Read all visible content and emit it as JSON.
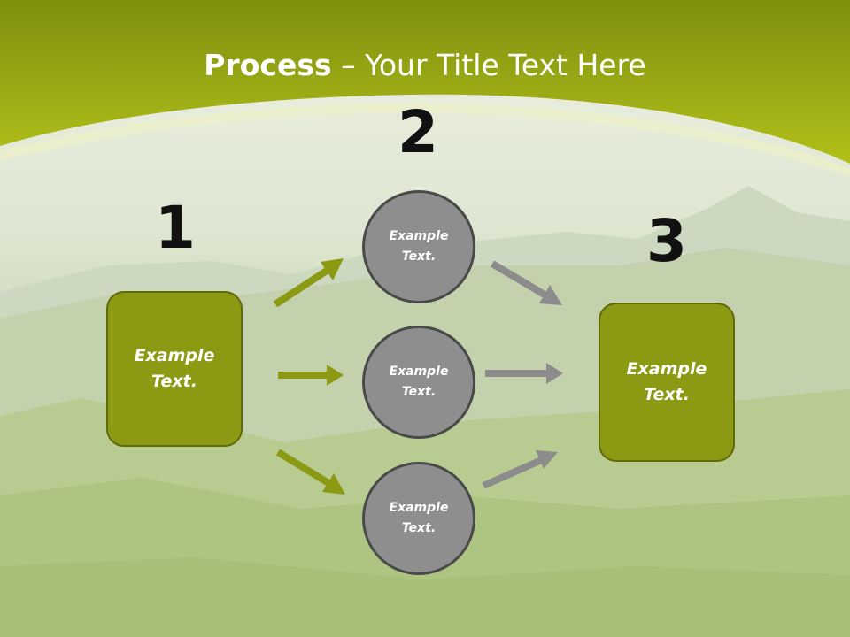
{
  "title": {
    "bold": "Process",
    "rest": " – Your Title Text Here"
  },
  "steps": [
    {
      "number": "1",
      "text": "Example Text."
    },
    {
      "number": "2"
    },
    {
      "number": "3",
      "text": "Example Text."
    }
  ],
  "circles": [
    {
      "text": "Example Text."
    },
    {
      "text": "Example Text."
    },
    {
      "text": "Example Text."
    }
  ],
  "colors": {
    "accent_green": "#8b9a12",
    "header_green": "#a9b81a",
    "circle_gray": "#8e8e8e",
    "arrow_gray": "#8c8c8c"
  }
}
